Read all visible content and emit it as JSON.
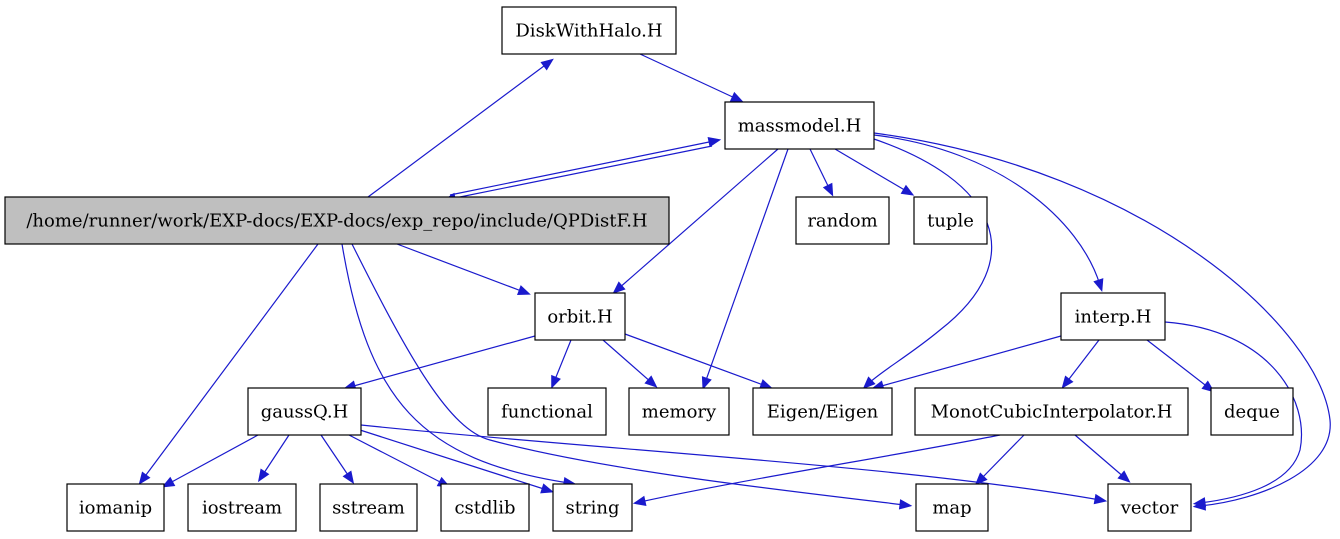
{
  "graph": {
    "nodes": [
      {
        "id": "qpdistf",
        "label": "/home/runner/work/EXP-docs/EXP-docs/exp_repo/include/QPDistF.H",
        "highlight": true
      },
      {
        "id": "diskwithhalo",
        "label": "DiskWithHalo.H"
      },
      {
        "id": "massmodel",
        "label": "massmodel.H"
      },
      {
        "id": "random",
        "label": "random"
      },
      {
        "id": "tuple",
        "label": "tuple"
      },
      {
        "id": "orbit",
        "label": "orbit.H"
      },
      {
        "id": "interp",
        "label": "interp.H"
      },
      {
        "id": "gaussq",
        "label": "gaussQ.H"
      },
      {
        "id": "functional",
        "label": "functional"
      },
      {
        "id": "memory",
        "label": "memory"
      },
      {
        "id": "eigen",
        "label": "Eigen/Eigen"
      },
      {
        "id": "monotcubic",
        "label": "MonotCubicInterpolator.H"
      },
      {
        "id": "deque",
        "label": "deque"
      },
      {
        "id": "iomanip",
        "label": "iomanip"
      },
      {
        "id": "iostream",
        "label": "iostream"
      },
      {
        "id": "sstream",
        "label": "sstream"
      },
      {
        "id": "cstdlib",
        "label": "cstdlib"
      },
      {
        "id": "string",
        "label": "string"
      },
      {
        "id": "map",
        "label": "map"
      },
      {
        "id": "vector",
        "label": "vector"
      }
    ],
    "edges": [
      {
        "from": "qpdistf",
        "to": "diskwithhalo"
      },
      {
        "from": "qpdistf",
        "to": "massmodel"
      },
      {
        "from": "qpdistf",
        "to": "orbit"
      },
      {
        "from": "qpdistf",
        "to": "iomanip"
      },
      {
        "from": "qpdistf",
        "to": "string"
      },
      {
        "from": "qpdistf",
        "to": "map"
      },
      {
        "from": "diskwithhalo",
        "to": "massmodel"
      },
      {
        "from": "massmodel",
        "to": "qpdistf"
      },
      {
        "from": "massmodel",
        "to": "random"
      },
      {
        "from": "massmodel",
        "to": "tuple"
      },
      {
        "from": "massmodel",
        "to": "orbit"
      },
      {
        "from": "massmodel",
        "to": "memory"
      },
      {
        "from": "massmodel",
        "to": "eigen"
      },
      {
        "from": "massmodel",
        "to": "interp"
      },
      {
        "from": "massmodel",
        "to": "vector"
      },
      {
        "from": "orbit",
        "to": "gaussq"
      },
      {
        "from": "orbit",
        "to": "functional"
      },
      {
        "from": "orbit",
        "to": "memory"
      },
      {
        "from": "orbit",
        "to": "eigen"
      },
      {
        "from": "interp",
        "to": "eigen"
      },
      {
        "from": "interp",
        "to": "monotcubic"
      },
      {
        "from": "interp",
        "to": "deque"
      },
      {
        "from": "interp",
        "to": "vector"
      },
      {
        "from": "monotcubic",
        "to": "string"
      },
      {
        "from": "monotcubic",
        "to": "map"
      },
      {
        "from": "monotcubic",
        "to": "vector"
      },
      {
        "from": "gaussq",
        "to": "iomanip"
      },
      {
        "from": "gaussq",
        "to": "iostream"
      },
      {
        "from": "gaussq",
        "to": "sstream"
      },
      {
        "from": "gaussq",
        "to": "cstdlib"
      },
      {
        "from": "gaussq",
        "to": "string"
      },
      {
        "from": "gaussq",
        "to": "vector"
      }
    ]
  }
}
